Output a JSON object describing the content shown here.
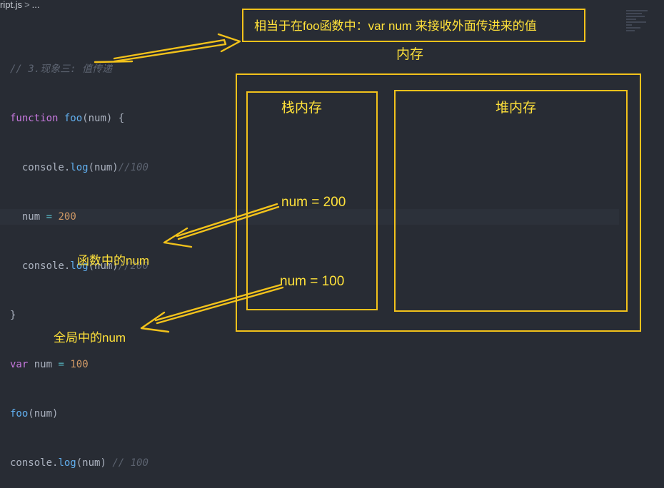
{
  "breadcrumb": {
    "file": "ript.js",
    "separator": ">",
    "more": "..."
  },
  "code": {
    "line1": "// 3.现象三: 值传递",
    "line2": {
      "kw": "function",
      "fn": "foo",
      "p1": "(",
      "param": "num",
      "p2": ") {"
    },
    "line3": {
      "obj": "console.",
      "fn": "log",
      "args": "(num)",
      "cm": "//100"
    },
    "line4": {
      "var": "num",
      "eq": "=",
      "val": "200"
    },
    "line5": {
      "obj": "console.",
      "fn": "log",
      "args": "(num)",
      "cm": "//200"
    },
    "line6": "}",
    "line7": {
      "kw": "var",
      "var": "num",
      "eq": "=",
      "val": "100"
    },
    "line8": {
      "fn": "foo",
      "args": "(num)"
    },
    "line9": {
      "obj": "console.",
      "fn": "log",
      "args": "(num)",
      "cm": "// 100"
    }
  },
  "annotations": {
    "top_note": "相当于在foo函数中：var num 来接收外面传进来的值",
    "memory_title": "内存",
    "stack_title": "栈内存",
    "heap_title": "堆内存",
    "stack_value_top": "num = 200",
    "stack_value_bottom": "num = 100",
    "label_function": "函数中的num",
    "label_global": "全局中的num"
  },
  "colors": {
    "annotation": "#f2c21b",
    "background": "#282c34"
  }
}
